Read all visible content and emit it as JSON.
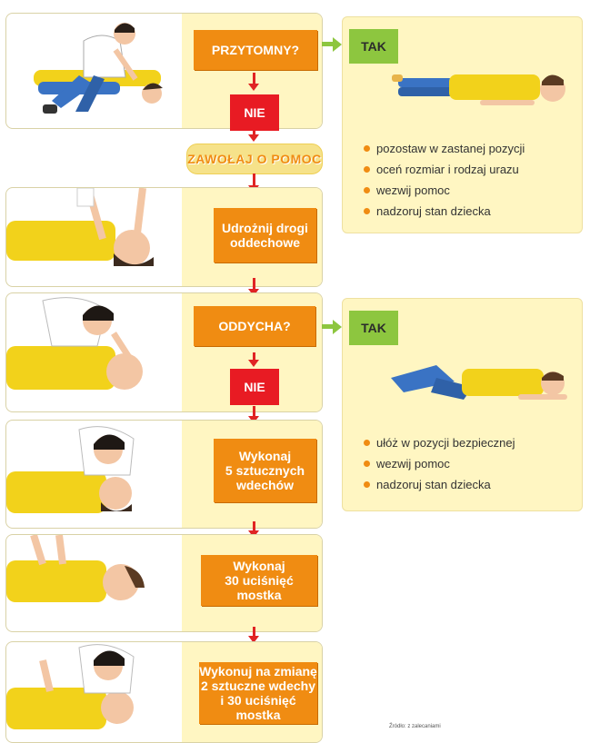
{
  "steps": {
    "przytomny": "PRZYTOMNY?",
    "nie1": "NIE",
    "zawolaj": "ZAWOŁAJ O POMOC",
    "udroznij": "Udrożnij drogi\noddechowe",
    "oddycha": "ODDYCHA?",
    "nie2": "NIE",
    "wdechy": "Wykonaj\n5 sztucznych\nwdechów",
    "ucisniecia": "Wykonaj\n30 uciśnięć mostka",
    "zmiana": "Wykonuj na zmianę\n2 sztuczne wdechy\ni 30 uciśnięć mostka"
  },
  "tak1": {
    "label": "TAK",
    "bullets": [
      "pozostaw w zastanej pozycji",
      "oceń rozmiar i rodzaj urazu",
      "wezwij pomoc",
      "nadzoruj stan dziecka"
    ]
  },
  "tak2": {
    "label": "TAK",
    "bullets": [
      "ułóż w pozycji bezpiecznej",
      "wezwij pomoc",
      "nadzoruj stan dziecka"
    ]
  },
  "footer": "Źródło: z zalecaniami",
  "colors": {
    "orange": "#f08c12",
    "red": "#e81b23",
    "green": "#8dc63f",
    "band": "#fff6c2"
  }
}
